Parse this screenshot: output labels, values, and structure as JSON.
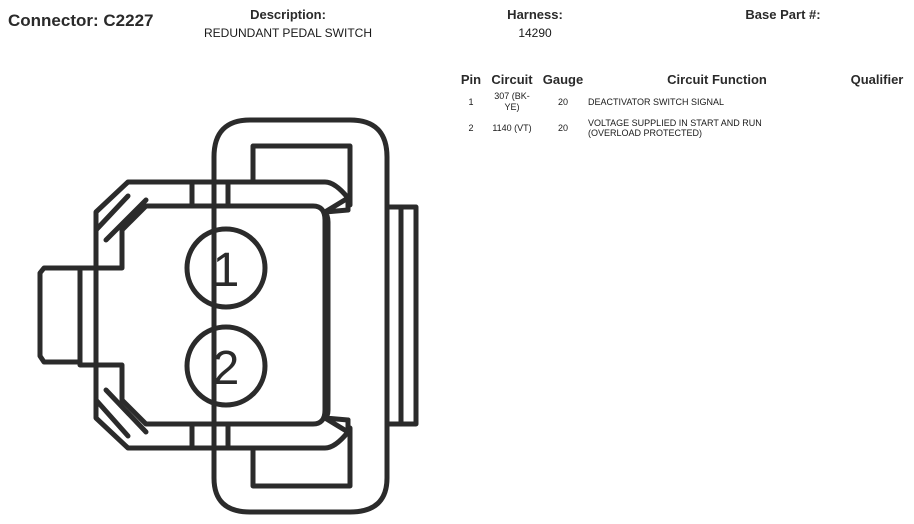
{
  "connector": {
    "label": "Connector:",
    "id": "C2227"
  },
  "description": {
    "label": "Description:",
    "value": "REDUNDANT PEDAL SWITCH"
  },
  "harness": {
    "label": "Harness:",
    "value": "14290"
  },
  "base_part": {
    "label": "Base Part #:",
    "value": ""
  },
  "table": {
    "headers": {
      "pin": "Pin",
      "circuit": "Circuit",
      "gauge": "Gauge",
      "function": "Circuit Function",
      "qualifier": "Qualifier"
    },
    "rows": [
      {
        "pin": "1",
        "circuit_line1": "307 (BK-",
        "circuit_line2": "YE)",
        "gauge": "20",
        "function_line1": "DEACTIVATOR SWITCH SIGNAL",
        "function_line2": "",
        "qualifier": ""
      },
      {
        "pin": "2",
        "circuit_line1": "1140 (VT)",
        "circuit_line2": "",
        "gauge": "20",
        "function_line1": "VOLTAGE SUPPLIED IN START AND RUN",
        "function_line2": "(OVERLOAD PROTECTED)",
        "qualifier": ""
      }
    ]
  },
  "diagram": {
    "pin_labels": [
      "1",
      "2"
    ],
    "stroke_color": "#2b2b2b"
  }
}
